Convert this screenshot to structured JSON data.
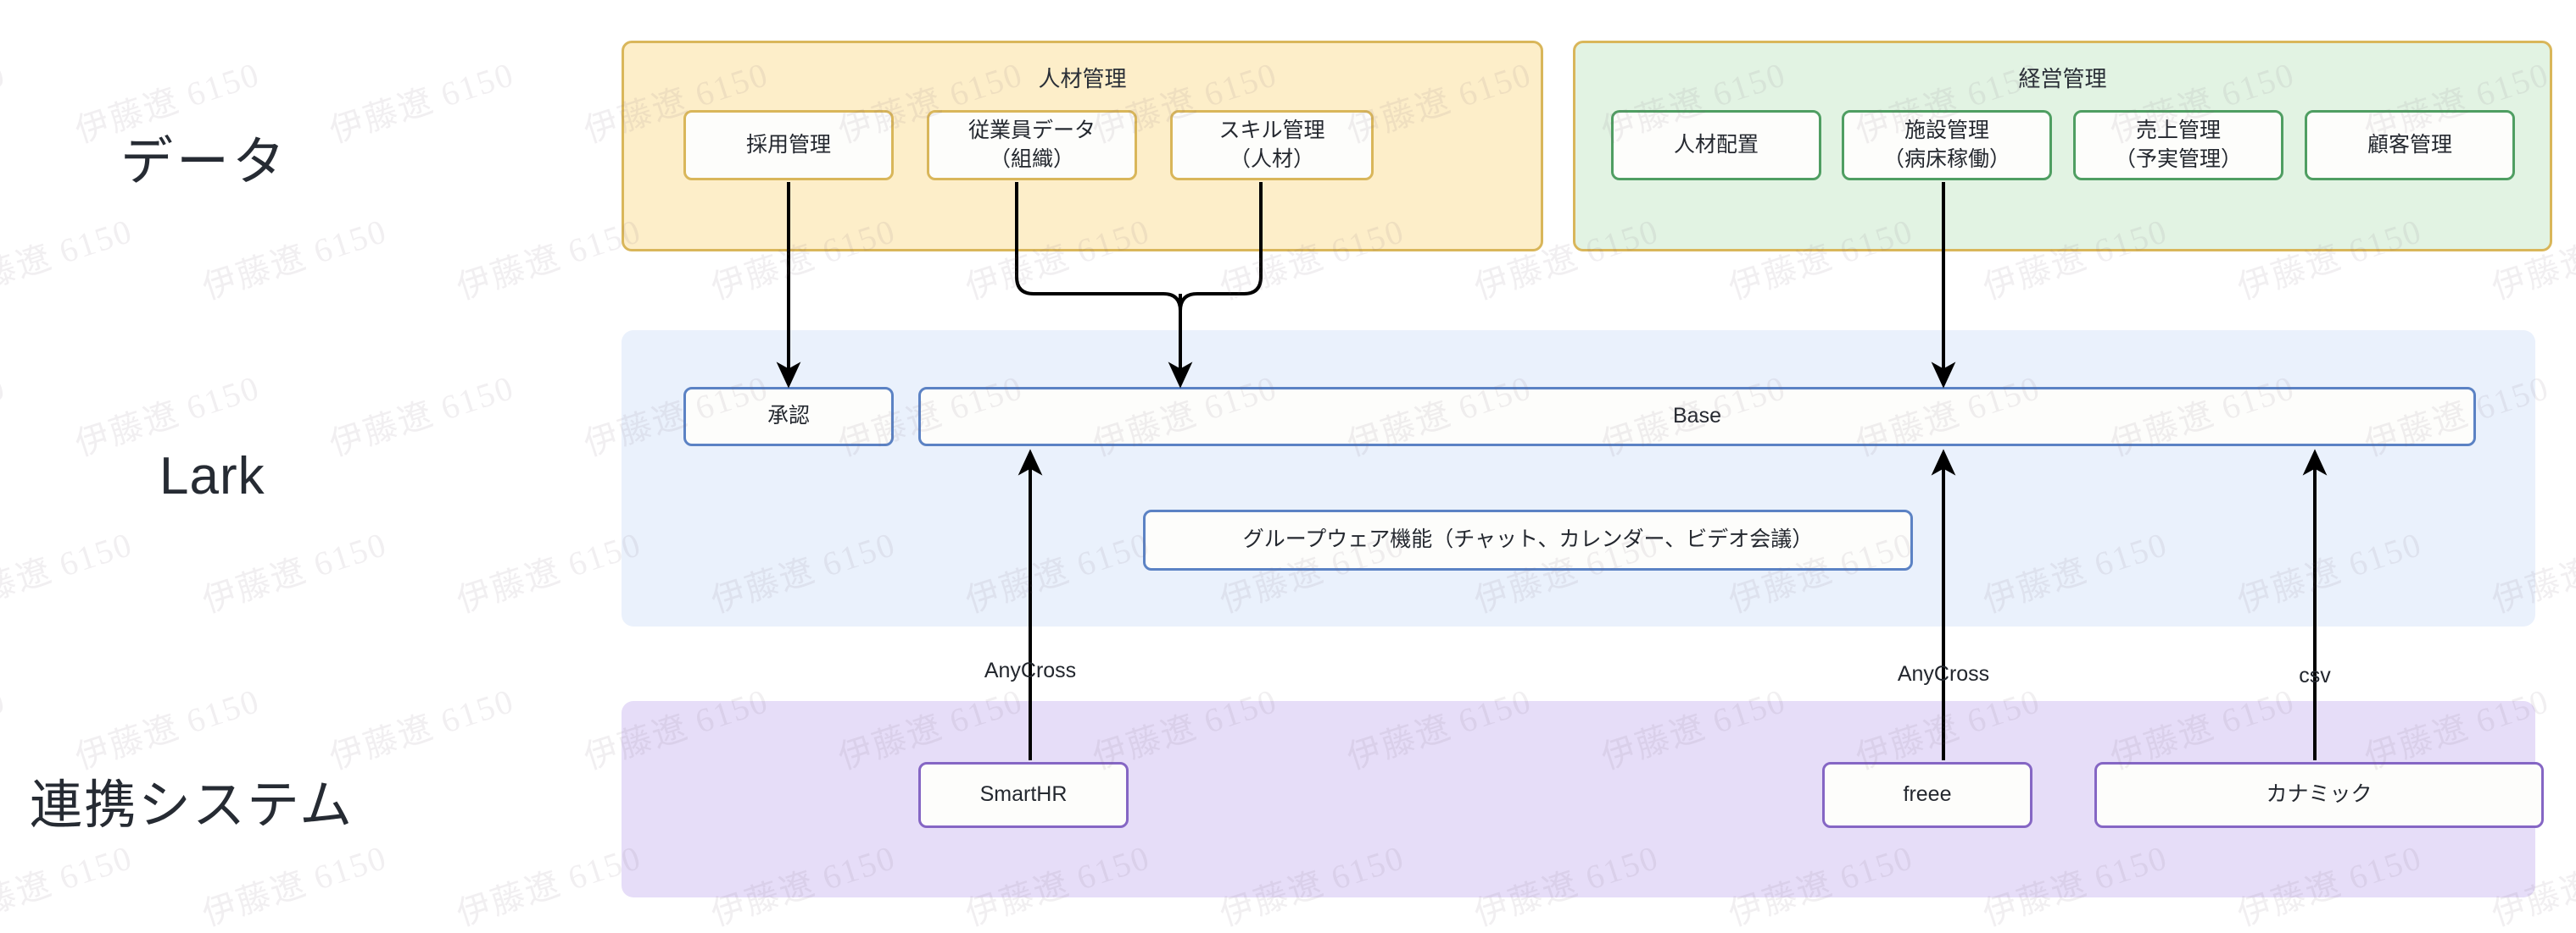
{
  "diagram": {
    "title": "Lark system architecture",
    "rows": [
      {
        "id": "data",
        "label": "データ"
      },
      {
        "id": "lark",
        "label": "Lark"
      },
      {
        "id": "renkei",
        "label": "連携システム"
      }
    ],
    "groups": [
      {
        "id": "jinzai",
        "title": "人材管理",
        "fill": "#fdeec9",
        "border": "#d9b65a",
        "nodes": [
          {
            "id": "saiyo",
            "label": "採用管理"
          },
          {
            "id": "juugyou",
            "label": "従業員データ\n（組織）",
            "line1": "従業員データ",
            "line2": "（組織）"
          },
          {
            "id": "skill",
            "label": "スキル管理\n（人材）",
            "line1": "スキル管理",
            "line2": "（人材）"
          }
        ]
      },
      {
        "id": "keiei",
        "title": "経営管理",
        "fill": "#e2f3e3",
        "border": "#d9b65a",
        "node_border": "#4f9e62",
        "nodes": [
          {
            "id": "haichi",
            "label": "人材配置"
          },
          {
            "id": "shisetsu",
            "label": "施設管理\n（病床稼働）",
            "line1": "施設管理",
            "line2": "（病床稼働）"
          },
          {
            "id": "uriage",
            "label": "売上管理\n（予実管理）",
            "line1": "売上管理",
            "line2": "（予実管理）"
          },
          {
            "id": "kokyaku",
            "label": "顧客管理"
          }
        ]
      }
    ],
    "bands": [
      {
        "id": "lark",
        "fill": "#eaf1fc",
        "node_border": "#5b82c4",
        "nodes": [
          {
            "id": "shounin",
            "label": "承認"
          },
          {
            "id": "base",
            "label": "Base"
          },
          {
            "id": "groupware",
            "label": "グループウェア機能（チャット、カレンダー、ビデオ会議）"
          }
        ]
      },
      {
        "id": "renkei",
        "fill": "#e6ddf8",
        "node_border": "#8566c4",
        "nodes": [
          {
            "id": "smarthr",
            "label": "SmartHR"
          },
          {
            "id": "freee",
            "label": "freee"
          },
          {
            "id": "kanamic",
            "label": "カナミック"
          }
        ]
      }
    ],
    "edge_labels": [
      {
        "id": "anycross-1",
        "label": "AnyCross"
      },
      {
        "id": "anycross-2",
        "label": "AnyCross"
      },
      {
        "id": "csv",
        "label": "csv"
      }
    ],
    "connectors": [
      {
        "from": "saiyo",
        "to": "shounin",
        "style": "straight-down",
        "arrow": true
      },
      {
        "from": "juugyou",
        "to": "base",
        "style": "merge-down",
        "arrow": true
      },
      {
        "from": "skill",
        "to": "base",
        "style": "merge-down",
        "arrow": true
      },
      {
        "from": "shisetsu",
        "to": "base",
        "style": "straight-down",
        "arrow": true
      },
      {
        "from": "smarthr",
        "to": "base",
        "style": "straight-up",
        "arrow": true,
        "label": "AnyCross"
      },
      {
        "from": "freee",
        "to": "base",
        "style": "straight-up",
        "arrow": true,
        "label": "AnyCross"
      },
      {
        "from": "kanamic",
        "to": "base",
        "style": "straight-up",
        "arrow": true,
        "label": "csv"
      }
    ],
    "watermark": {
      "text": "伊藤遼 6150"
    }
  }
}
